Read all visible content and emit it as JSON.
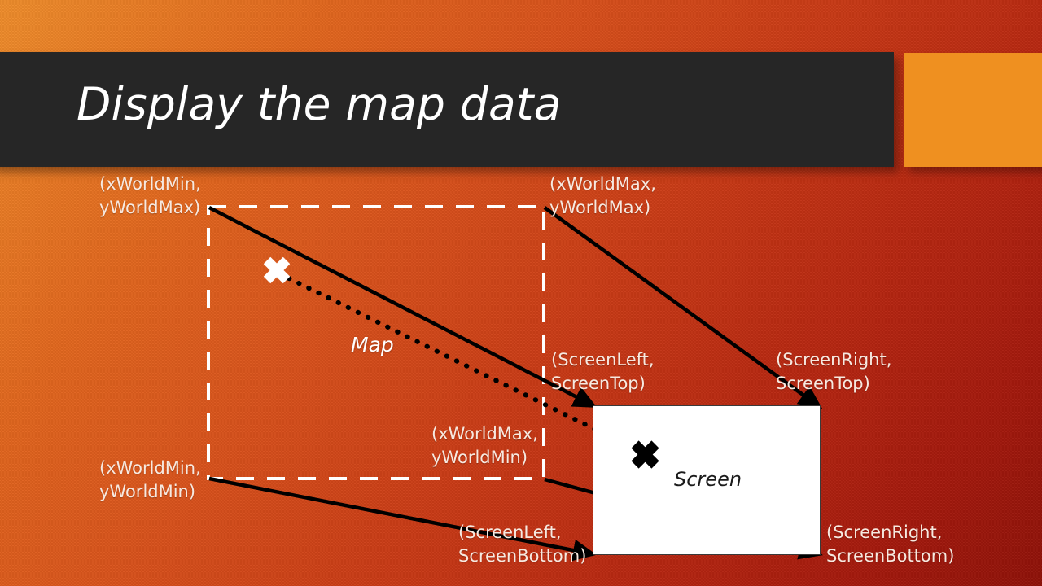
{
  "slide": {
    "title": "Display the map data",
    "colors": {
      "title_band": "#262626",
      "accent_block": "#ef9020",
      "background_start": "#ef8d2a",
      "background_end": "#8f1007",
      "label_text": "#f7e9e0",
      "screen_fill": "#ffffff",
      "arrow": "#000000",
      "dashed_rect": "#ffffff"
    }
  },
  "diagram": {
    "map_label": "Map",
    "screen_label": "Screen",
    "world_corners": {
      "top_left": {
        "line1": "(xWorldMin,",
        "line2": "yWorldMax)"
      },
      "top_right": {
        "line1": "(xWorldMax,",
        "line2": "yWorldMax)"
      },
      "bottom_right": {
        "line1": "(xWorldMax,",
        "line2": "yWorldMin)"
      },
      "bottom_left": {
        "line1": "(xWorldMin,",
        "line2": "yWorldMin)"
      }
    },
    "screen_corners": {
      "top_left": {
        "line1": "(ScreenLeft,",
        "line2": "ScreenTop)"
      },
      "top_right": {
        "line1": "(ScreenRight,",
        "line2": "ScreenTop)"
      },
      "bottom_left": {
        "line1": "(ScreenLeft,",
        "line2": "ScreenBottom)"
      },
      "bottom_right": {
        "line1": "(ScreenRight,",
        "line2": "ScreenBottom)"
      }
    },
    "markers": {
      "world_point": "x-marker-white",
      "screen_point": "x-marker-black"
    }
  }
}
